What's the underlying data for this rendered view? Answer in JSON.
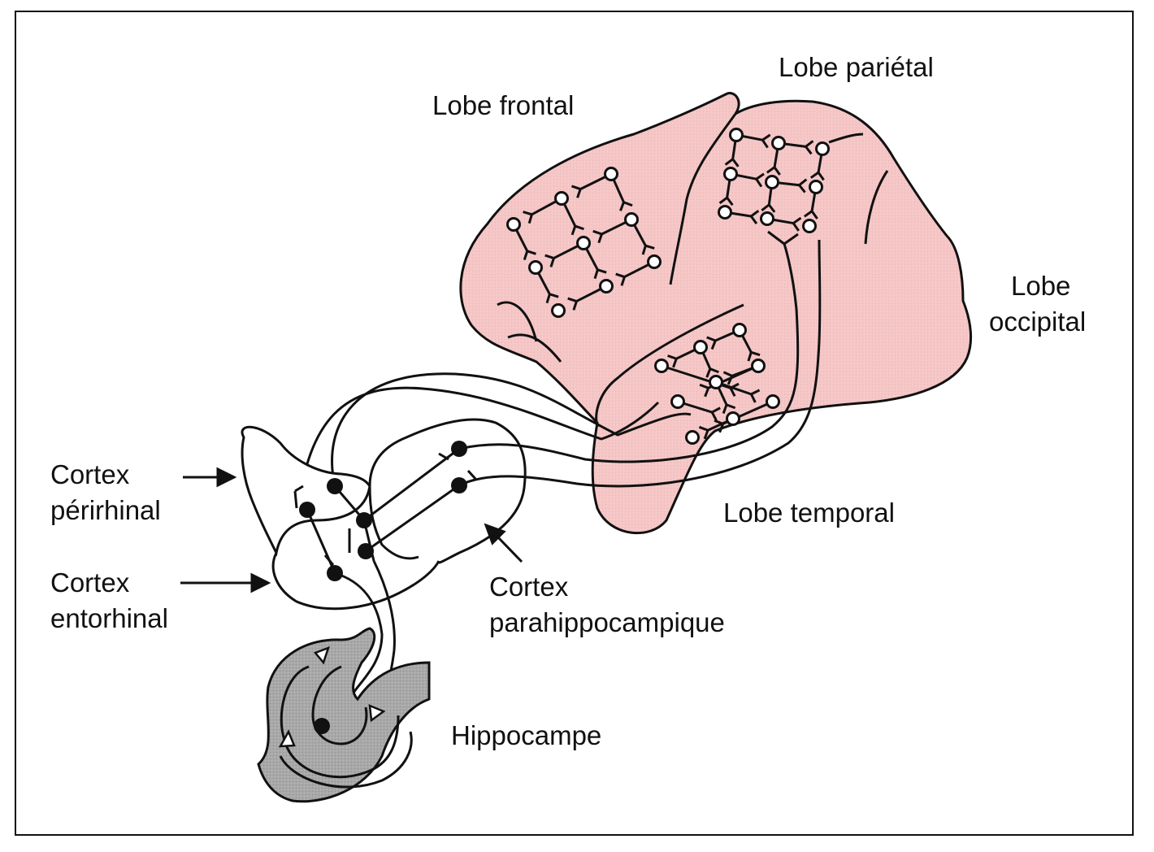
{
  "figure": {
    "colors": {
      "cortex_fill": "#f5c6c6",
      "hippocampus_fill": "#a9a9a9",
      "stroke": "#111111",
      "background": "#ffffff"
    },
    "labels": {
      "frontal": "Lobe frontal",
      "parietal": "Lobe pariétal",
      "occipital_1": "Lobe",
      "occipital_2": "occipital",
      "temporal": "Lobe temporal",
      "perirhinal_1": "Cortex",
      "perirhinal_2": "périrhinal",
      "entorhinal_1": "Cortex",
      "entorhinal_2": "entorhinal",
      "parahippocampal_1": "Cortex",
      "parahippocampal_2": "parahippocampique",
      "hippocampus": "Hippocampe"
    },
    "regions": [
      "Lobe frontal",
      "Lobe pariétal",
      "Lobe occipital",
      "Lobe temporal",
      "Cortex périrhinal",
      "Cortex entorhinal",
      "Cortex parahippocampique",
      "Hippocampe"
    ]
  }
}
